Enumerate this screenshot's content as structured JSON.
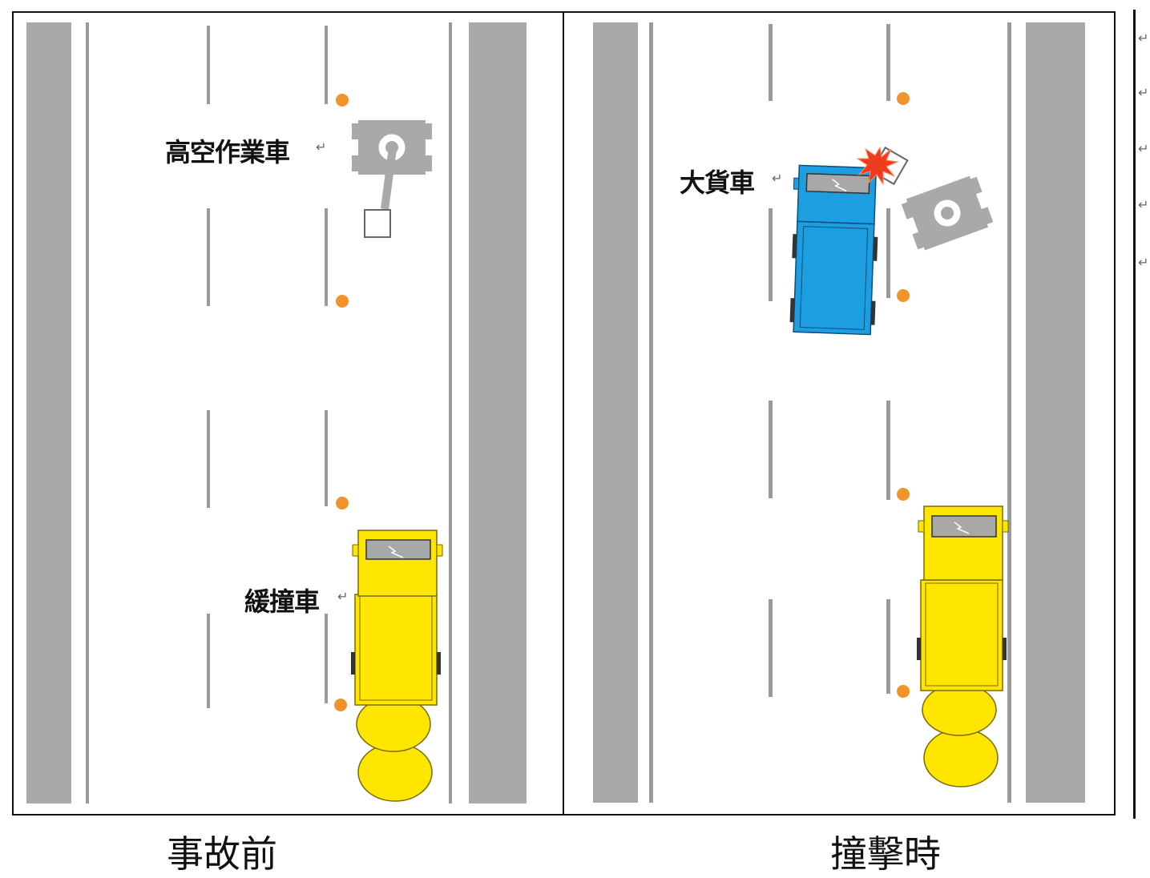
{
  "panels": [
    {
      "caption": "事故前",
      "labels": {
        "aerial_work_vehicle": "高空作業車",
        "buffer_truck": "緩撞車"
      }
    },
    {
      "caption": "撞擊時",
      "labels": {
        "heavy_truck": "大貨車"
      }
    }
  ],
  "colors": {
    "road_shoulder": "#a8a8a8",
    "lane_marking": "#9a9a9a",
    "cone": "#f0932b",
    "buffer_truck": "#ffe600",
    "heavy_truck": "#1c9ee0",
    "aerial_vehicle": "#a9a9a9",
    "impact": "#f03c1e"
  },
  "icons": [
    "paragraph-mark-icon",
    "impact-burst-icon"
  ]
}
